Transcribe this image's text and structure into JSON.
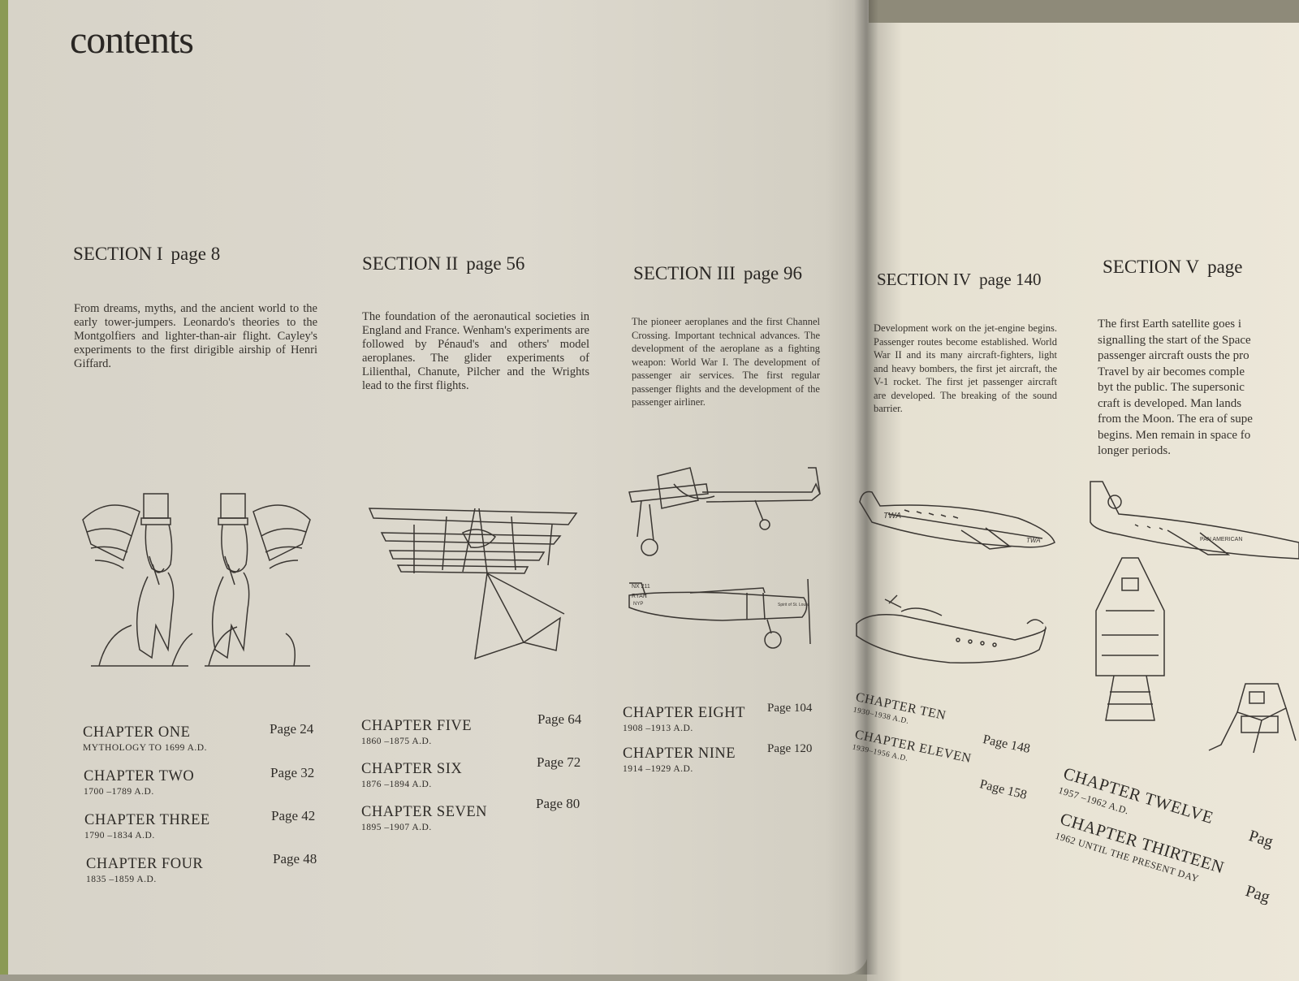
{
  "contents_title": "contents",
  "sections": [
    {
      "label": "SECTION I",
      "page": "page 8",
      "description": "From dreams, myths, and the ancient world to the early tower-jumpers. Leonardo's theories to the Montgolfiers and lighter-than-air flight. Cayley's experiments to the first dirigible airship of Henri Giffard.",
      "chapters": [
        {
          "title": "CHAPTER ONE",
          "dates": "MYTHOLOGY TO 1699 A.D.",
          "page": "Page 24"
        },
        {
          "title": "CHAPTER TWO",
          "dates": "1700 –1789 A.D.",
          "page": "Page 32"
        },
        {
          "title": "CHAPTER THREE",
          "dates": "1790 –1834 A.D.",
          "page": "Page 42"
        },
        {
          "title": "CHAPTER FOUR",
          "dates": "1835 –1859 A.D.",
          "page": "Page 48"
        }
      ]
    },
    {
      "label": "SECTION II",
      "page": "page 56",
      "description": "The foundation of the aeronautical societies in England and France. Wenham's experiments are followed by Pénaud's and others' model aeroplanes. The glider experiments of Lilienthal, Chanute, Pilcher and the Wrights lead to the first flights.",
      "chapters": [
        {
          "title": "CHAPTER FIVE",
          "dates": "1860 –1875 A.D.",
          "page": "Page 64"
        },
        {
          "title": "CHAPTER SIX",
          "dates": "1876 –1894 A.D.",
          "page": "Page 72"
        },
        {
          "title": "CHAPTER SEVEN",
          "dates": "1895 –1907 A.D.",
          "page": "Page 80"
        }
      ]
    },
    {
      "label": "SECTION III",
      "page": "page 96",
      "description": "The pioneer aeroplanes and the first Channel Crossing. Important technical advances. The development of the aeroplane as a fighting weapon: World War I. The development of passenger air services. The first regular passenger flights and the development of the passenger airliner.",
      "chapters": [
        {
          "title": "CHAPTER EIGHT",
          "dates": "1908 –1913 A.D.",
          "page": "Page 104"
        },
        {
          "title": "CHAPTER NINE",
          "dates": "1914 –1929 A.D.",
          "page": "Page 120"
        }
      ]
    },
    {
      "label": "SECTION IV",
      "page": "page 140",
      "description": "Development work on the jet-engine begins. Passenger routes become established. World War II and its many aircraft-fighters, light and heavy bombers, the first jet aircraft, the V-1 rocket. The first jet passenger aircraft are developed. The breaking of the sound barrier.",
      "chapters": [
        {
          "title": "CHAPTER TEN",
          "dates": "1930–1938 A.D.",
          "page": "Page 148"
        },
        {
          "title": "CHAPTER ELEVEN",
          "dates": "1939–1956 A.D.",
          "page": "Page 158"
        }
      ]
    },
    {
      "label": "SECTION V",
      "page": "page",
      "description_lines": [
        "The first Earth satellite goes i",
        "signalling the start of the Space",
        "passenger aircraft ousts the pro",
        "Travel by air becomes comple",
        "byt the public. The supersonic",
        "craft is developed. Man lands",
        "from the Moon. The era of supe",
        "begins. Men remain in space fo",
        "longer periods."
      ],
      "chapters": [
        {
          "title": "CHAPTER TWELVE",
          "dates": "1957 –1962 A.D.",
          "page": "Pag"
        },
        {
          "title": "CHAPTER THIRTEEN",
          "dates": "1962 UNTIL THE PRESENT DAY",
          "page": "Pag"
        }
      ]
    }
  ],
  "illustrations": {
    "s1": "winged-sphinx-relief-icon",
    "s2": "multiplane-glider-icon",
    "s3a": "bleriot-monoplane-icon",
    "s3b": "ryan-monoplane-icon",
    "s4a": "twa-airliner-icon",
    "s4b": "flying-boat-icon",
    "s5a": "pan-american-jet-icon",
    "s5b": "space-capsule-icon",
    "s5c": "lunar-module-icon"
  },
  "aircraft_markings": {
    "twa": "TWA",
    "ryan_reg": "NX 211",
    "ryan_name": "RYAN",
    "ryan_code": "NYP",
    "ryan_nose": "Spirit of St. Louis",
    "pan_am": "PAN AMERICAN"
  }
}
